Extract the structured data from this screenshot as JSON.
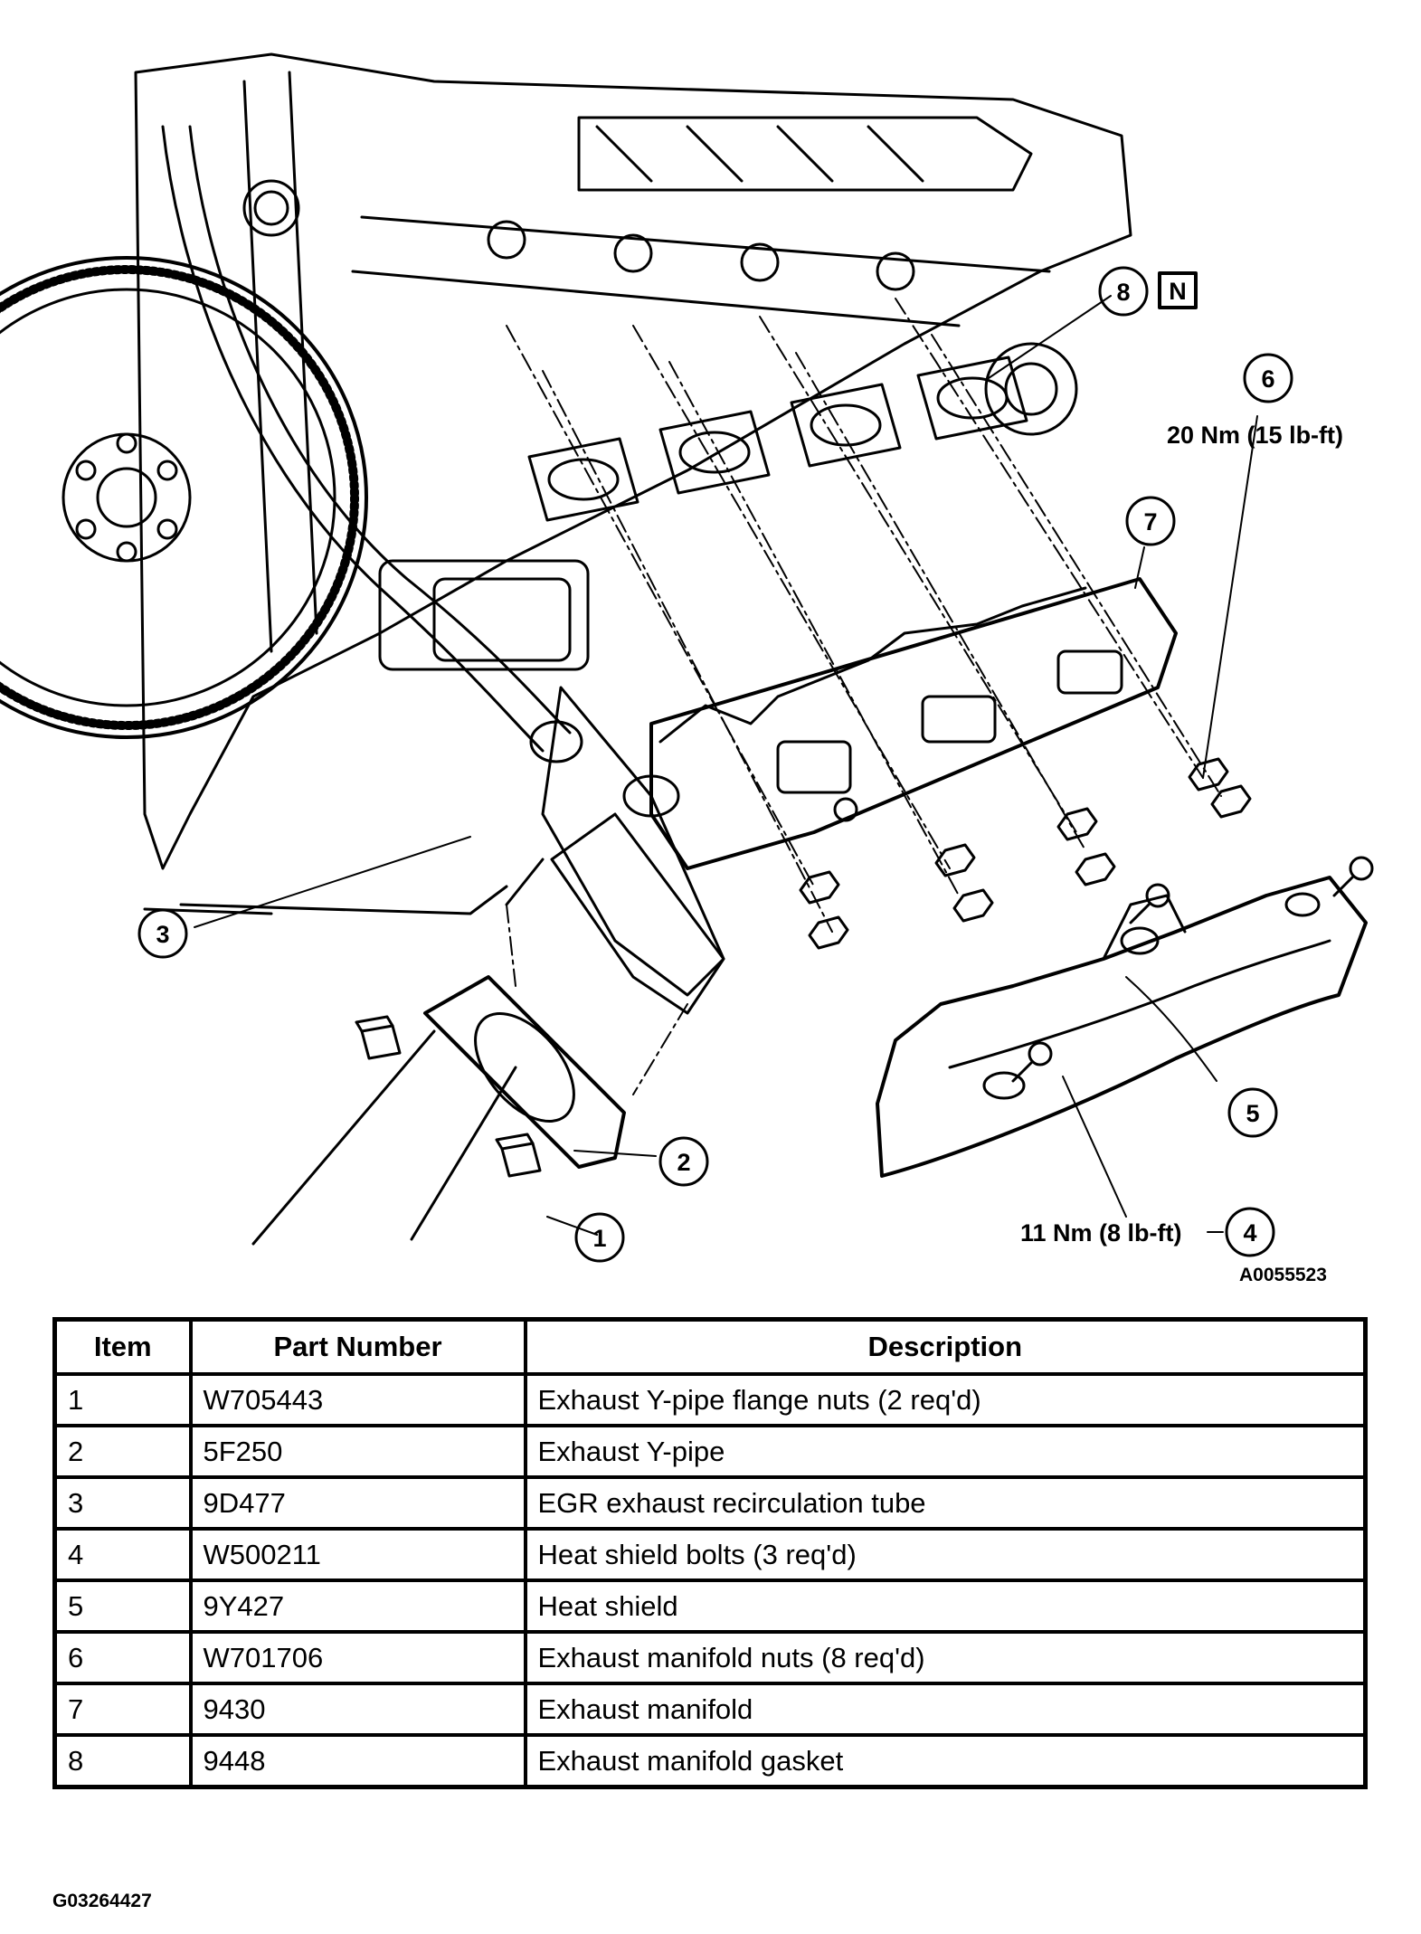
{
  "callouts": {
    "c1": "1",
    "c2": "2",
    "c3": "3",
    "c4": "4",
    "c5": "5",
    "c6": "6",
    "c7": "7",
    "c8": "8",
    "n_badge": "N"
  },
  "torque": {
    "nuts": "20 Nm (15 lb-ft)",
    "bolts": "11 Nm (8 lb-ft)"
  },
  "figure_id": "A0055523",
  "table": {
    "headers": {
      "item": "Item",
      "part_number": "Part Number",
      "description": "Description"
    },
    "rows": [
      {
        "item": "1",
        "part": "W705443",
        "desc": "Exhaust Y-pipe flange nuts (2 req'd)"
      },
      {
        "item": "2",
        "part": "5F250",
        "desc": "Exhaust Y-pipe"
      },
      {
        "item": "3",
        "part": "9D477",
        "desc": "EGR exhaust recirculation tube"
      },
      {
        "item": "4",
        "part": "W500211",
        "desc": "Heat shield bolts (3 req'd)"
      },
      {
        "item": "5",
        "part": "9Y427",
        "desc": "Heat shield"
      },
      {
        "item": "6",
        "part": "W701706",
        "desc": "Exhaust manifold nuts (8 req'd)"
      },
      {
        "item": "7",
        "part": "9430",
        "desc": "Exhaust manifold"
      },
      {
        "item": "8",
        "part": "9448",
        "desc": "Exhaust manifold gasket"
      }
    ]
  },
  "drawing_id": "G03264427"
}
